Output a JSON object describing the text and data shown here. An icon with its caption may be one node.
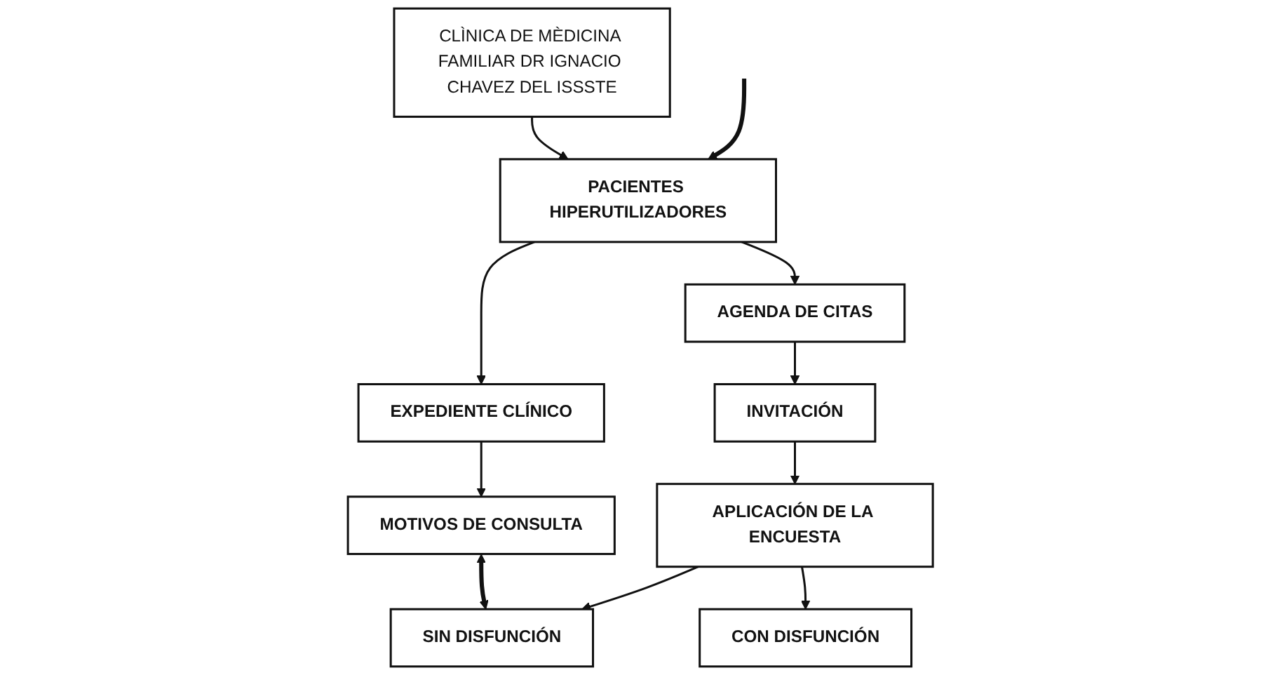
{
  "diagram": {
    "nodes": [
      {
        "text": [
          "CLÌNICA DE MÈDICINA FAMILIAR DR IGNACIO CHAVEZ DEL ISSSTE"
        ]
      },
      {
        "text": [
          "PACIENTES HIPERUTILIZADORES"
        ]
      },
      {
        "text": [
          "EXPEDIENTE CLÍNICO"
        ]
      },
      {
        "text": [
          "AGENDA DE CITAS"
        ]
      },
      {
        "text": [
          "INVITACIÓN"
        ]
      },
      {
        "text": [
          "APLICACIÓN DE LA ENCUESTA"
        ]
      },
      {
        "text": [
          "MOTIVOS DE CONSULTA"
        ]
      },
      {
        "text": [
          "SIN DISFUNCIÓN"
        ]
      },
      {
        "text": [
          "CON DISFUNCIÓN"
        ]
      }
    ],
    "edges": [
      {
        "from": 0,
        "to": 1,
        "arrow": "to"
      },
      {
        "from": 1,
        "to": 2,
        "arrow": "to"
      },
      {
        "from": 1,
        "to": 3,
        "arrow": "to"
      },
      {
        "from": 2,
        "to": 6,
        "arrow": "to"
      },
      {
        "from": 3,
        "to": 4,
        "arrow": "to"
      },
      {
        "from": 4,
        "to": 5,
        "arrow": "to"
      },
      {
        "from": 5,
        "to": 7,
        "arrow": "to"
      },
      {
        "from": 5,
        "to": 8,
        "arrow": "to"
      },
      {
        "from": 6,
        "to": 7,
        "arrow": "both",
        "style": "thick"
      },
      {
        "from": null,
        "to": 1,
        "arrow": "to",
        "style": "thick"
      }
    ]
  }
}
